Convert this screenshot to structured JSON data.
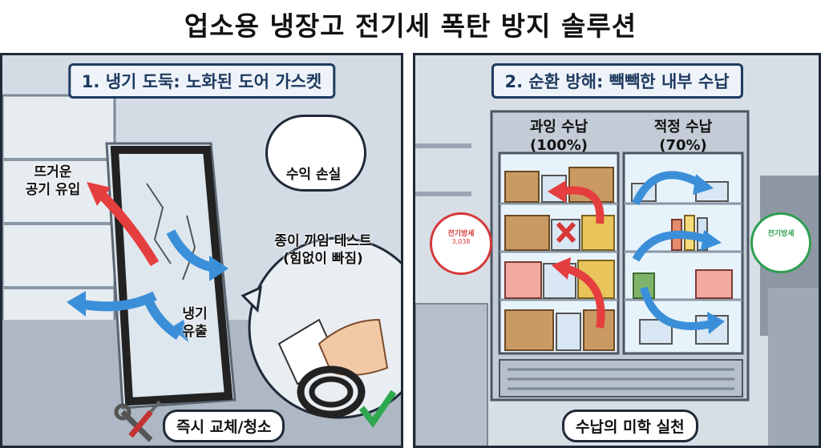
{
  "page_title": "업소용 냉장고 전기세 폭탄 방지 솔루션",
  "left_panel": {
    "banner": "1. 냉기 도둑: 노화된 도어 가스켓",
    "hot_air_label": "뜨거운\n공기 유입",
    "cold_leak_label": "냉기\n유출",
    "thought_bubble": "수익 손실",
    "paper_test_label": "종이 끼임 테스트\n(힘없이 빠짐)",
    "action_label": "즉시 교체/청소"
  },
  "right_panel": {
    "banner": "2. 순환 방해: 빽빽한 내부 수납",
    "over_stock_header": "과잉 수납\n(100%)",
    "proper_stock_header": "적정 수납\n(70%)",
    "bill_title": "전기방세",
    "bill_amount": "3,038",
    "bill_title_right": "전기방세",
    "bottom_label": "수납의 미학 실천"
  },
  "colors": {
    "banner_text": "#1e3a5f",
    "hot_arrow": "#e53e3e",
    "cold_arrow": "#3b8fd9",
    "bad_bill": "#d63838",
    "good_bill": "#2f9e4f",
    "check": "#2fa84f"
  }
}
